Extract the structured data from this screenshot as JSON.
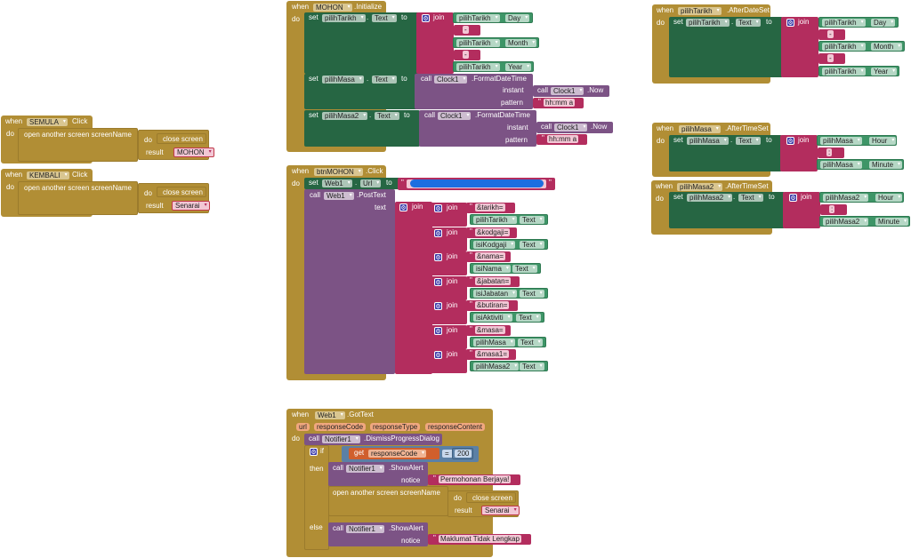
{
  "keywords": {
    "when": "when",
    "do": "do",
    "set": "set",
    "to": "to",
    "call": "call",
    "join": "join",
    "dot": ".",
    "if": "if",
    "then": "then",
    "else": "else",
    "get": "get",
    "result": "result",
    "instant": "instant",
    "pattern": "pattern",
    "text": "text",
    "notice": "notice",
    "url": "url",
    "quote": "\"",
    "open_screen": "open another screen  screenName",
    "close_screen": "close screen"
  },
  "blocks": {
    "semula_click": {
      "component": "SEMULA",
      "event": "Click",
      "screen": "MOHON"
    },
    "kembali_click": {
      "component": "KEMBALI",
      "event": "Click",
      "screen": "Senarai"
    },
    "mohon_init": {
      "component": "MOHON",
      "event": ".Initialize",
      "set1": {
        "target": "pilihTarikh",
        "prop": "Text",
        "parts": [
          {
            "comp": "pilihTarikh",
            "prop": "Day"
          },
          {
            "sep": "-"
          },
          {
            "comp": "pilihTarikh",
            "prop": "Month"
          },
          {
            "sep": "-"
          },
          {
            "comp": "pilihTarikh",
            "prop": "Year"
          }
        ]
      },
      "set2": {
        "target": "pilihMasa",
        "prop": "Text",
        "clock": "Clock1",
        "method": ".FormatDateTime",
        "now_clock": "Clock1",
        "now_method": ".Now",
        "pattern": "hh:mm a"
      },
      "set3": {
        "target": "pilihMasa2",
        "prop": "Text",
        "clock": "Clock1",
        "method": ".FormatDateTime",
        "now_clock": "Clock1",
        "now_method": ".Now",
        "pattern": "hh:mm a"
      }
    },
    "btnmohon_click": {
      "component": "btnMOHON",
      "event": ".Click",
      "set_url": {
        "target": "Web1",
        "prop": "Url"
      },
      "post": {
        "component": "Web1",
        "method": ".PostText"
      },
      "fields": [
        {
          "key": "&tarikh=",
          "comp": "pilihTarikh",
          "prop": "Text"
        },
        {
          "key": "&kodgaji=",
          "comp": "isiKodgaji",
          "prop": "Text"
        },
        {
          "key": "&nama=",
          "comp": "isiNama",
          "prop": "Text"
        },
        {
          "key": "&jabatan=",
          "comp": "isiJabatan",
          "prop": "Text"
        },
        {
          "key": "&butiran=",
          "comp": "isiAktiviti",
          "prop": "Text"
        },
        {
          "key": "&masa=",
          "comp": "pilihMasa",
          "prop": "Text"
        },
        {
          "key": "&masa1=",
          "comp": "pilihMasa2",
          "prop": "Text"
        }
      ]
    },
    "web1_gottext": {
      "component": "Web1",
      "event": ".GotText",
      "params": [
        "url",
        "responseCode",
        "responseType",
        "responseContent"
      ],
      "dismiss": {
        "component": "Notifier1",
        "method": ".DismissProgressDialog"
      },
      "cond": {
        "var": "responseCode",
        "op": "=",
        "value": "200"
      },
      "then_alert": {
        "component": "Notifier1",
        "method": ".ShowAlert",
        "notice": "Permohonan Berjaya!"
      },
      "then_screen": "Senarai",
      "else_alert": {
        "component": "Notifier1",
        "method": ".ShowAlert",
        "notice": "Maklumat Tidak Lengkap"
      }
    },
    "tarikh_afterdateset": {
      "component": "pilihTarikh",
      "event": ".AfterDateSet",
      "target": "pilihTarikh",
      "prop": "Text",
      "parts": [
        {
          "comp": "pilihTarikh",
          "prop": "Day"
        },
        {
          "sep": "-"
        },
        {
          "comp": "pilihTarikh",
          "prop": "Month"
        },
        {
          "sep": "-"
        },
        {
          "comp": "pilihTarikh",
          "prop": "Year"
        }
      ]
    },
    "masa_aftertimeset": {
      "component": "pilihMasa",
      "event": ".AfterTimeSet",
      "target": "pilihMasa",
      "prop": "Text",
      "parts": [
        {
          "comp": "pilihMasa",
          "prop": "Hour"
        },
        {
          "sep": ":"
        },
        {
          "comp": "pilihMasa",
          "prop": "Minute"
        }
      ]
    },
    "masa2_aftertimeset": {
      "component": "pilihMasa2",
      "event": ".AfterTimeSet",
      "target": "pilihMasa2",
      "prop": "Text",
      "parts": [
        {
          "comp": "pilihMasa2",
          "prop": "Hour"
        },
        {
          "sep": ":"
        },
        {
          "comp": "pilihMasa2",
          "prop": "Minute"
        }
      ]
    }
  },
  "colors": {
    "event": "#b18e35",
    "setter": "#266643",
    "getter": "#3e9567",
    "text": "#b32d5e",
    "procedure": "#7c5385",
    "logic": "#5b80a5",
    "variable": "#d05f2d",
    "redaction": "#1c6ee0"
  },
  "icons": {
    "mutator": "gear-icon",
    "dropdown": "chevron-down-icon"
  }
}
